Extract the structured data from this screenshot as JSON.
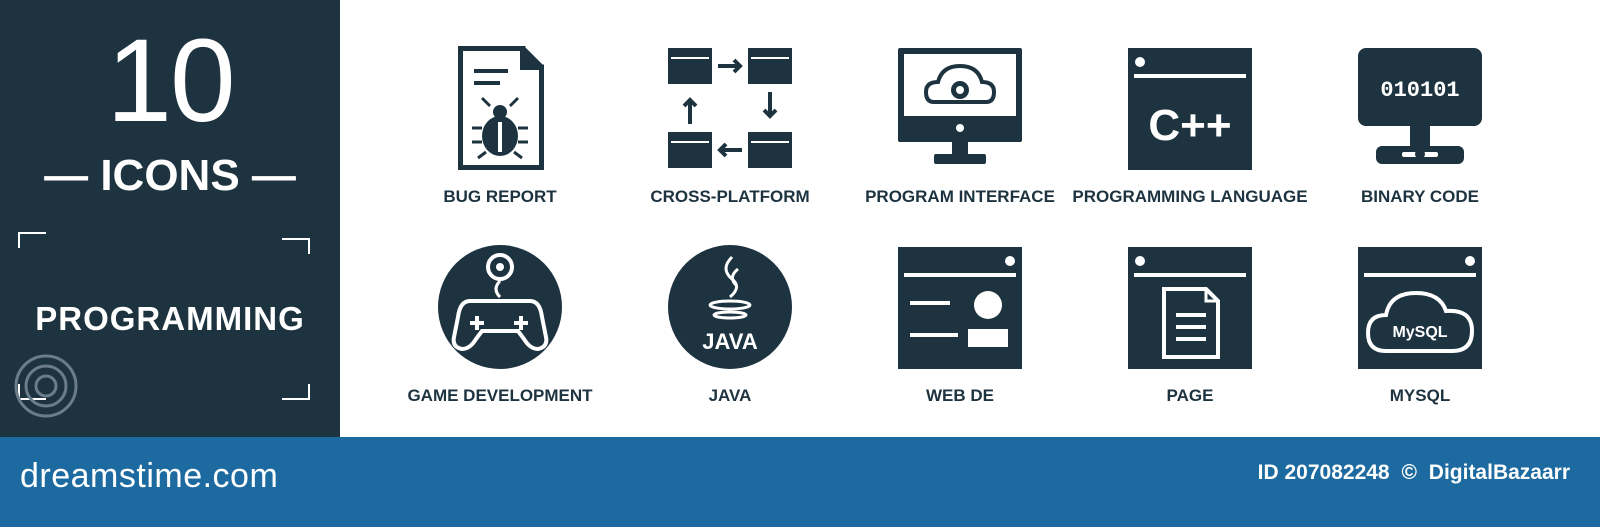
{
  "panel": {
    "number": "10",
    "icons_line": "— ICONS —",
    "category": "PROGRAMMING"
  },
  "icons": [
    {
      "label": "BUG REPORT",
      "icon": "bug-report-icon"
    },
    {
      "label": "CROSS-PLATFORM",
      "icon": "cross-platform-icon"
    },
    {
      "label": "PROGRAM INTERFACE",
      "icon": "program-interface-icon"
    },
    {
      "label": "PROGRAMMING LANGUAGE",
      "icon": "programming-language-icon",
      "text": "C++"
    },
    {
      "label": "BINARY CODE",
      "icon": "binary-code-icon",
      "text": "010101"
    },
    {
      "label": "GAME DEVELOPMENT",
      "icon": "game-development-icon"
    },
    {
      "label": "JAVA",
      "icon": "java-icon",
      "text": "JAVA"
    },
    {
      "label": "WEB DE",
      "icon": "web-design-icon"
    },
    {
      "label": "PAGE",
      "icon": "page-icon"
    },
    {
      "label": "MYSQL",
      "icon": "mysql-icon",
      "text": "MySQL"
    }
  ],
  "footer": {
    "brand": "dreamstime.com",
    "id_text": "ID 207082248",
    "copyright": "©",
    "author": "DigitalBazaarr"
  },
  "colors": {
    "dark": "#1e3340",
    "footer": "#1c6aa0",
    "background": "#ffffff"
  }
}
